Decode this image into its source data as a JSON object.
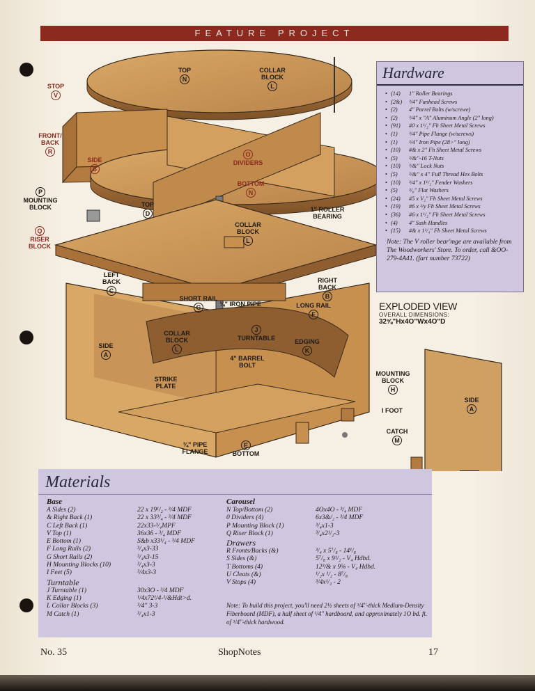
{
  "banner": "FEATURE PROJECT",
  "labels": {
    "top_n": {
      "text": "TOP",
      "letter": "N"
    },
    "collar_block_top": {
      "text": "COLLAR BLOCK",
      "letter": "L"
    },
    "stop": {
      "text": "STOP",
      "letter": "V"
    },
    "front_back": {
      "text": "FRONT/ BACK",
      "letter": "R"
    },
    "side_s": {
      "text": "SIDE",
      "letter": "S"
    },
    "dividers": {
      "text": "DIVIDERS",
      "letter": "O"
    },
    "bottom_n": {
      "text": "BOTTOM",
      "letter": "N"
    },
    "mounting_block_p": {
      "text": "MOUNTING BLOCK",
      "letter": "P"
    },
    "top_d": {
      "text": "TOP",
      "letter": "D"
    },
    "roller_bearing": {
      "text": "1\" ROLLER BEARING"
    },
    "riser_block": {
      "text": "RISER BLOCK",
      "letter": "Q"
    },
    "collar_block_mid": {
      "text": "COLLAR BLOCK",
      "letter": "L"
    },
    "left_back": {
      "text": "LEFT BACK",
      "letter": "C"
    },
    "short_rail": {
      "text": "SHORT RAIL",
      "letter": "G"
    },
    "iron_pipe": {
      "text": "¾\" IRON PIPE"
    },
    "long_rail": {
      "text": "LONG RAIL",
      "letter": "F"
    },
    "right_back": {
      "text": "RIGHT BACK",
      "letter": "B"
    },
    "side_a": {
      "text": "SIDE",
      "letter": "A"
    },
    "collar_block_low": {
      "text": "COLLAR BLOCK",
      "letter": "L"
    },
    "turntable": {
      "text": "TURNTABLE",
      "letter": "J"
    },
    "edging": {
      "text": "EDGING",
      "letter": "K"
    },
    "barrel_bolt": {
      "text": "4\" BARREL BOLT"
    },
    "strike_plate": {
      "text": "STRIKE PLATE"
    },
    "mounting_block_h": {
      "text": "MOUNTING BLOCK",
      "letter": "H"
    },
    "foot": {
      "text": "FOOT",
      "letter": "I"
    },
    "catch": {
      "text": "CATCH",
      "letter": "M"
    },
    "side_a_right": {
      "text": "SIDE",
      "letter": "A"
    },
    "pipe_flange": {
      "text": "¾\" PIPE FLANGE"
    },
    "bottom_e": {
      "text": "BOTTOM",
      "letter": "E"
    }
  },
  "hardware": {
    "title": "Hardware",
    "items": [
      {
        "qty": "(14)",
        "desc": "1\" Roller Bearings"
      },
      {
        "qty": "(2&)",
        "desc": "³/4\" Fanhead Screws"
      },
      {
        "qty": "(2)",
        "desc": "4\" Parrel Bolts (w/screwe)"
      },
      {
        "qty": "(2)",
        "desc": "³/4\" x \"A\" Aluminum Angle (2\" long)"
      },
      {
        "qty": "(91)",
        "desc": "#0 x 1¹/₂\" Fh Sheet Metal Screws"
      },
      {
        "qty": "(1)",
        "desc": "³/4\" Pipe Flange (w/screws)"
      },
      {
        "qty": "(1)",
        "desc": "³/4\" Iron Pipe (28>\" long)"
      },
      {
        "qty": "(10)",
        "desc": "#& x 2\" Fh Sheet Metal Screws"
      },
      {
        "qty": "(5)",
        "desc": "³/&\"-16 T-Nuts"
      },
      {
        "qty": "(10)",
        "desc": "³/&\" Lock Nuts"
      },
      {
        "qty": "(5)",
        "desc": "³/&\" x 4\" Full Thread Hex Bolts"
      },
      {
        "qty": "(10)",
        "desc": "³/4\" x 1¹/₂\" Fender Washers"
      },
      {
        "qty": "(5)",
        "desc": "³/₈\" Flat Washers"
      },
      {
        "qty": "(24)",
        "desc": "#5 x V₂\" Fh Sheet Metal Screws"
      },
      {
        "qty": "(19)",
        "desc": "#6 x ³/y Fh Sheet Metal Screws"
      },
      {
        "qty": "(36)",
        "desc": "#6 x 1¹/₂\" Fh Sheet Metal Screws"
      },
      {
        "qty": "(4)",
        "desc": "4\" Sash Handles"
      },
      {
        "qty": "(15)",
        "desc": "#& x 1¹/₄\" Fh Sheet Metal Screws"
      }
    ],
    "note": "Note: The V roller bear'mge are available from The Woodworkers' Store. To order, call &OO-279-4A41. (fart number 73722)"
  },
  "exploded": {
    "title": "EXPLODED VIEW",
    "subtitle": "OVERALL DIMENSIONS:",
    "dims": "32⅝\"Hx4O\"Wx4O\"D"
  },
  "materials": {
    "title": "Materials",
    "base_heading": "Base",
    "base": [
      {
        "item": "A Sides (2)",
        "size": "22 x 19¹/₂ - ³/4 MDF"
      },
      {
        "item": "& Right Back (1)",
        "size": "22 x 33³/₄ - ³/4 MDF"
      },
      {
        "item": "C Left Back (1)",
        "size": "22x33-³/₄MPF"
      },
      {
        "item": "V Top (1)",
        "size": "36x36 - ³/₄ MDF"
      },
      {
        "item": "E Bottom (1)",
        "size": "S&b x33¹/₄ - ³/4 MDF"
      },
      {
        "item": "F Long Rails (2)",
        "size": "³/₄x3-33"
      },
      {
        "item": "G Short Rails (2)",
        "size": "³/₄x3-15"
      },
      {
        "item": "H Mounting Blocks (10)",
        "size": "³/₄x3-3"
      },
      {
        "item": "I Feet (5)",
        "size": "³/4x3-3"
      }
    ],
    "turntable_heading": "Turntable",
    "turntable": [
      {
        "item": "J Turntable (1)",
        "size": "30x3O - ³/4 MDF"
      },
      {
        "item": "K Edging (1)",
        "size": "¹/4x72¹/4-¹/&Hdt>d."
      },
      {
        "item": "L Collar Blocks (3)",
        "size": "³/4\" 3-3"
      },
      {
        "item": "M Catch (1)",
        "size": "³/₄x1-3"
      }
    ],
    "carousel_heading": "Carousel",
    "carousel": [
      {
        "item": "N Top/Bottom (2)",
        "size": "4Ox4O - ³/₄ MDF"
      },
      {
        "item": "0 Dividers (4)",
        "size": "6x3&/₂ - ³/4 MDF"
      },
      {
        "item": "P Mounting Block (1)",
        "size": "³/₄x1-3"
      },
      {
        "item": "Q Riser Block (1)",
        "size": "³/₄x2¹/₂-3"
      }
    ],
    "drawers_heading": "Drawers",
    "drawers": [
      {
        "item": "R Fronts/Backs (&)",
        "size": "³/₄ x 5⁷/₈ - 14¹/₈"
      },
      {
        "item": "S Sides (&)",
        "size": "5⁷/₈ x 9¹/₂ - V₄ Hdbd."
      },
      {
        "item": "T Bottoms (4)",
        "size": "12³/& x 9⅝ - V₄ Hdbd."
      },
      {
        "item": "U Cleats (&)",
        "size": "¹/₂x ¹/₂ - 8⁷/₈"
      },
      {
        "item": "V Stops (4)",
        "size": "³/4x¹/₂ - 2"
      }
    ],
    "note": "Note: To build this project, you'll need 2½ sheets of ³/4\"-thick Medium-Density Fiberboard (MDF), a half sheet of ¹/4\" hardboard, and approximately 1O bd. ft. of ³/4\"-thick hardwood."
  },
  "footer": {
    "issue": "No. 35",
    "magazine": "ShopNotes",
    "page": "17"
  }
}
